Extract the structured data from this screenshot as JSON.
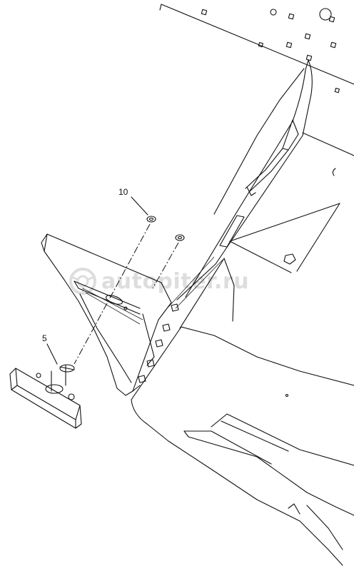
{
  "watermark": {
    "text": "autopiter.ru",
    "icon": "tire-icon"
  },
  "callouts": [
    {
      "id": "part-10",
      "label": "10"
    },
    {
      "id": "part-5",
      "label": "5"
    }
  ],
  "colors": {
    "line": "#111111",
    "background": "#ffffff"
  }
}
